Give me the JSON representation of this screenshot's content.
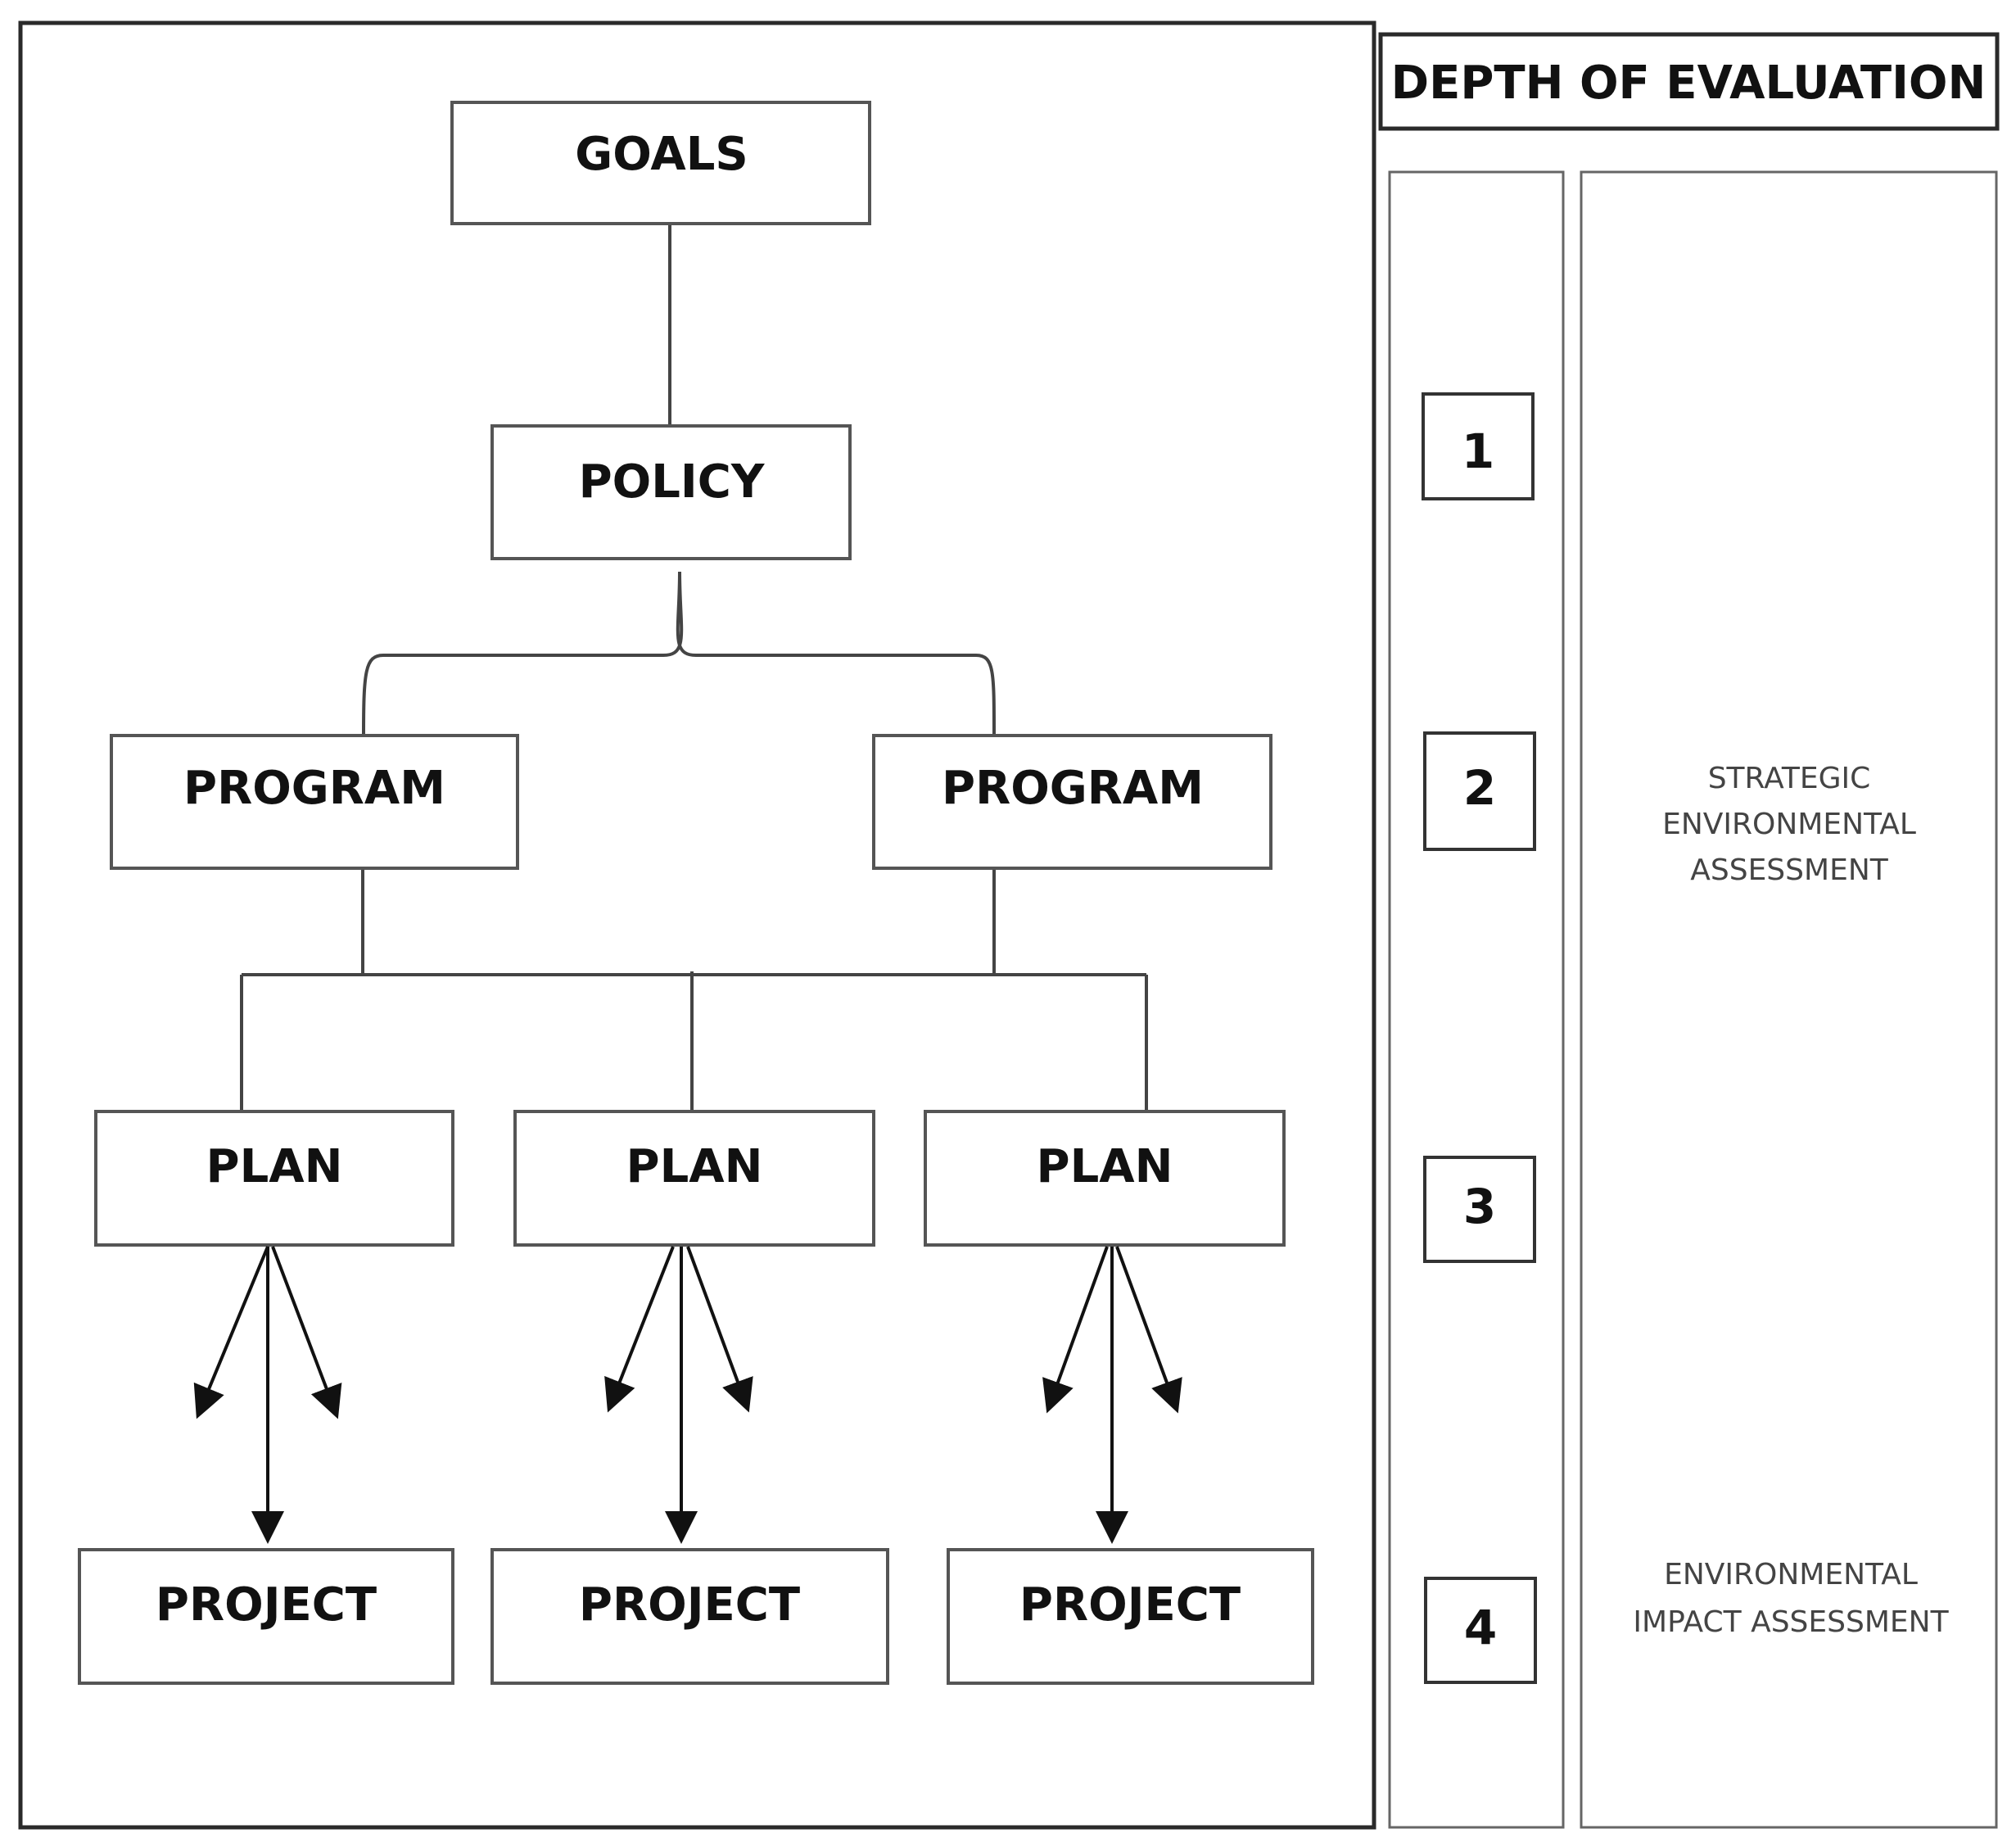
{
  "header": {
    "title": "DEPTH OF EVALUATION"
  },
  "hierarchy": {
    "goals": "GOALS",
    "policy": "POLICY",
    "programs": [
      "PROGRAM",
      "PROGRAM"
    ],
    "plans": [
      "PLAN",
      "PLAN",
      "PLAN"
    ],
    "projects": [
      "PROJECT",
      "PROJECT",
      "PROJECT"
    ]
  },
  "depth_levels": [
    "1",
    "2",
    "3",
    "4"
  ],
  "assessments": {
    "sea": [
      "STRATEGIC",
      "ENVIRONMENTAL",
      "ASSESSMENT"
    ],
    "eia": [
      "ENVIRONMENTAL",
      "IMPACT ASSESSMENT"
    ]
  },
  "colors": {
    "frame": "#2a2a2a",
    "box_border": "#555555",
    "connector": "#444444",
    "arrow": "#111111",
    "text": "#111111",
    "muted_text": "#444444"
  }
}
